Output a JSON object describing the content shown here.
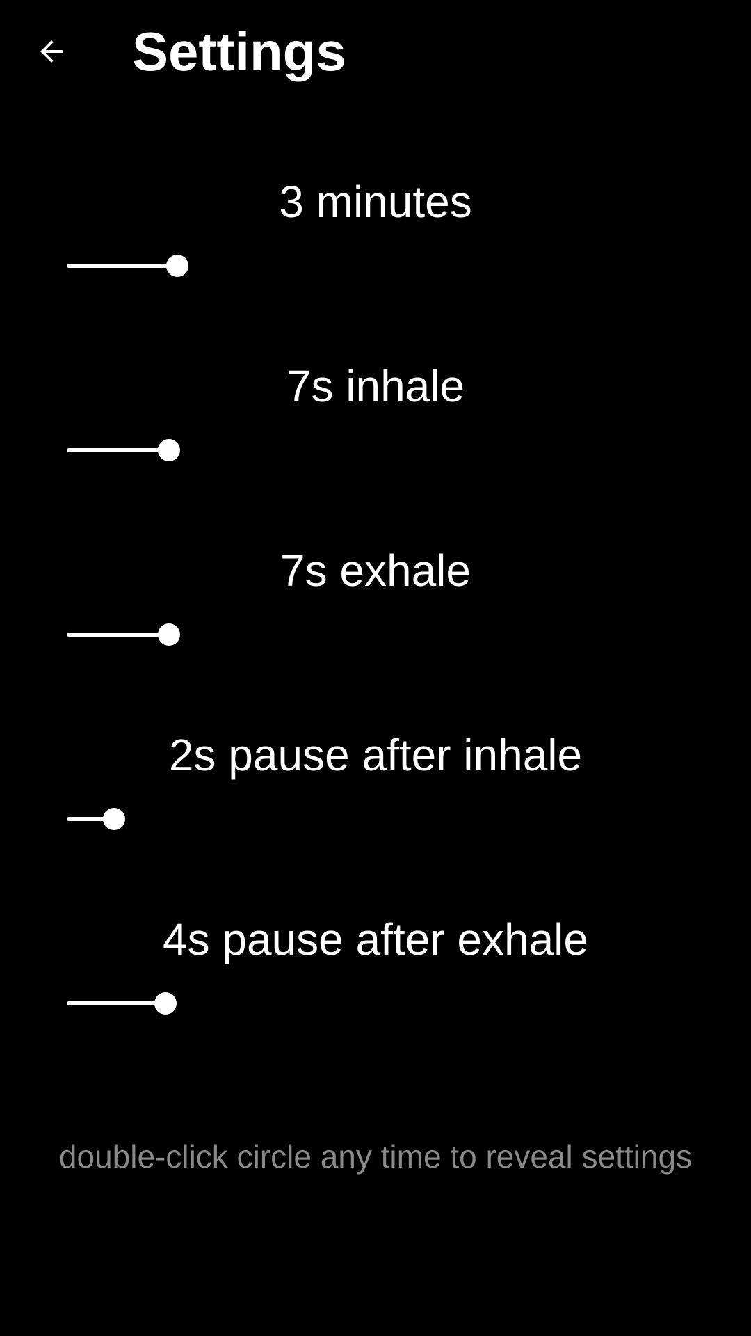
{
  "header": {
    "title": "Settings",
    "back_icon": "arrow-left-icon"
  },
  "colors": {
    "background": "#000000",
    "foreground": "#ffffff",
    "hint": "#8a8a8a"
  },
  "settings": [
    {
      "label": "3 minutes",
      "fill_fraction": 0.179
    },
    {
      "label": "7s inhale",
      "fill_fraction": 0.166
    },
    {
      "label": "7s exhale",
      "fill_fraction": 0.166
    },
    {
      "label": "2s pause after inhale",
      "fill_fraction": 0.077
    },
    {
      "label": "4s pause after exhale",
      "fill_fraction": 0.16
    }
  ],
  "hint": "double-click circle any time to reveal settings"
}
